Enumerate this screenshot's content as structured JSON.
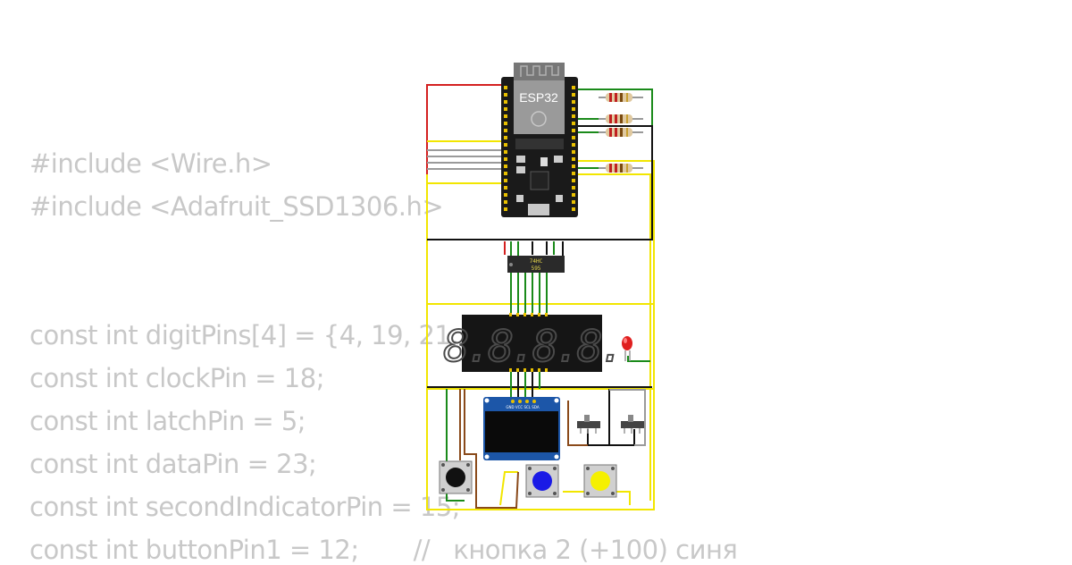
{
  "code_lines": [
    "#include <Wire.h>",
    "#include <Adafruit_SSD1306.h>",
    "const int digitPins[4] = {4, 19, 21, 22};",
    "const int clockPin = 18;",
    "const int latchPin = 5;",
    "const int dataPin = 23;",
    "const int secondIndicatorPin = 15;",
    "const int buttonPin1 = 12;       //   кнопка 2 (+100) синя"
  ],
  "esp32": {
    "label": "ESP32"
  },
  "shift_register": {
    "line1": "74HC",
    "line2": "595"
  },
  "oled": {
    "pin_labels": "GND VCC SCL SDA"
  },
  "seven_segment": {
    "display": "8.8.8.8."
  },
  "buttons": [
    {
      "color": "#111111"
    },
    {
      "color": "#1a1ae6"
    },
    {
      "color": "#f5f000"
    }
  ],
  "colors": {
    "wire_red": "#d42020",
    "wire_green": "#1a8a1a",
    "wire_yellow": "#f2e600",
    "wire_black": "#111111",
    "wire_gray": "#9a9a9a",
    "wire_brown": "#8a4a1a",
    "segment_off": "#3a3a3a",
    "led": "#e02020"
  }
}
